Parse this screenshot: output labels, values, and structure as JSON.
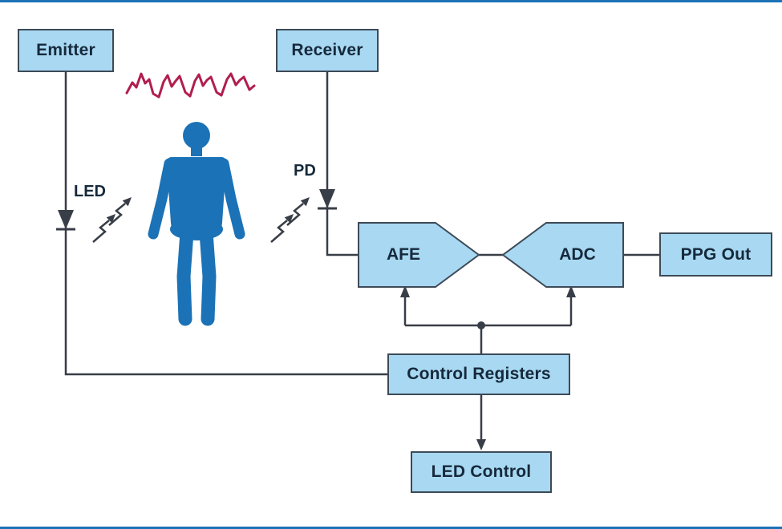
{
  "colors": {
    "box_fill": "#a8d8f2",
    "box_border": "#3d4a57",
    "text": "#16293b",
    "line": "#383e47",
    "body": "#1b72b6",
    "waveform": "#b11e4e",
    "rule": "#1b72b6"
  },
  "blocks": {
    "emitter": {
      "label": "Emitter"
    },
    "receiver": {
      "label": "Receiver"
    },
    "afe": {
      "label": "AFE"
    },
    "adc": {
      "label": "ADC"
    },
    "ppg_out": {
      "label": "PPG Out"
    },
    "control_registers": {
      "label": "Control Registers"
    },
    "led_control": {
      "label": "LED Control"
    }
  },
  "labels": {
    "led": "LED",
    "pd": "PD"
  }
}
